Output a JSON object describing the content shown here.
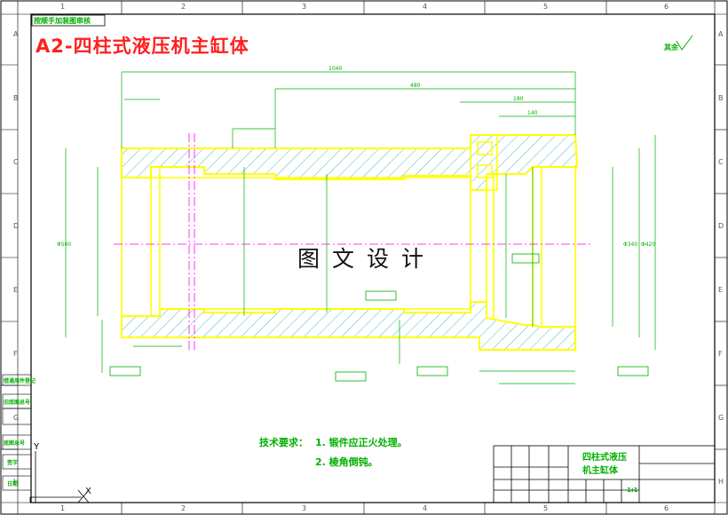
{
  "drawing": {
    "title": "A2-四柱式液压机主缸体",
    "watermark": "图文设计",
    "top_left_stamp": "按顺手加装图审核",
    "roughness_note": "其余",
    "tech_requirements": {
      "heading": "技术要求：",
      "items": [
        "1. 锻件应正火处理。",
        "2. 棱角倒钝。"
      ]
    },
    "title_block": {
      "part_name_line1": "四柱式液压",
      "part_name_line2": "机主缸体",
      "scale": "1:1"
    },
    "left_strip_labels": [
      "借通用件登记",
      "旧底图总号",
      "底图总号",
      "签字",
      "日期"
    ],
    "column_labels": [
      "1",
      "2",
      "3",
      "4",
      "5",
      "6"
    ],
    "row_labels": [
      "A",
      "B",
      "C",
      "D",
      "E",
      "F",
      "G",
      "H"
    ],
    "dimensions": [
      "1040",
      "480",
      "180",
      "140",
      "Φ340",
      "Φ560",
      "Φ420"
    ],
    "axis_labels": [
      "Y",
      "X"
    ]
  },
  "colors": {
    "outline": "#ffff00",
    "dimension": "#00b000",
    "hatch": "#00a0a0",
    "centerline": "#ff00ff",
    "title": "#ff2020",
    "frame": "#000000"
  }
}
